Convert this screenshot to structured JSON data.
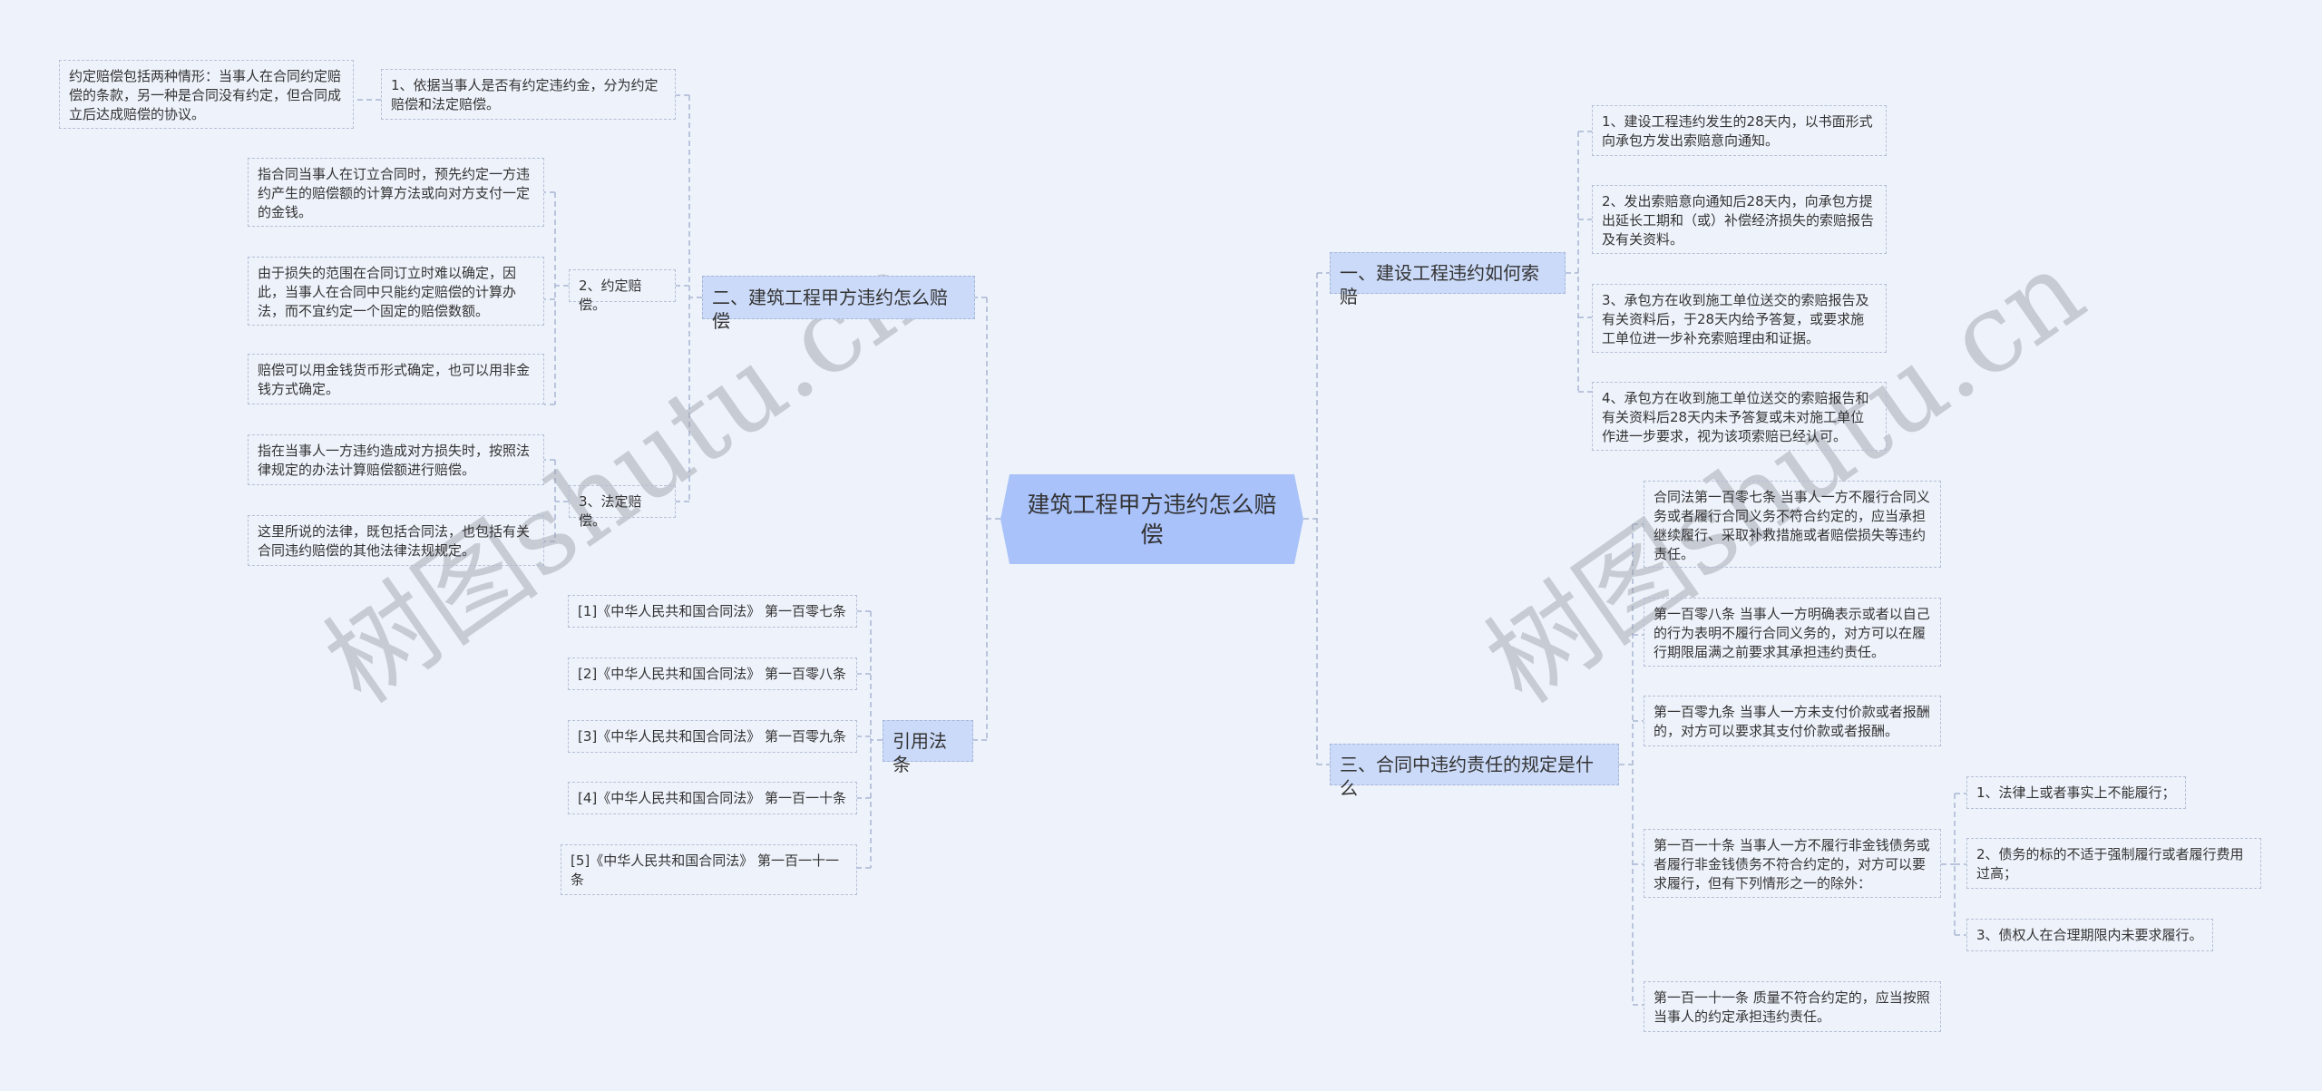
{
  "center": {
    "label": "建筑工程甲方违约怎么赔偿"
  },
  "left": {
    "branch2": {
      "label": "二、建筑工程甲方违约怎么赔偿",
      "items": [
        {
          "label": "1、依据当事人是否有约定违约金，分为约定赔偿和法定赔偿。",
          "children": [
            "约定赔偿包括两种情形：当事人在合同约定赔偿的条款，另一种是合同没有约定，但合同成立后达成赔偿的协议。"
          ]
        },
        {
          "label": "2、约定赔偿。",
          "children": [
            "指合同当事人在订立合同时，预先约定一方违约产生的赔偿额的计算方法或向对方支付一定的金钱。",
            "由于损失的范围在合同订立时难以确定，因此，当事人在合同中只能约定赔偿的计算办法，而不宜约定一个固定的赔偿数额。",
            "赔偿可以用金钱货币形式确定，也可以用非金钱方式确定。"
          ]
        },
        {
          "label": "3、法定赔偿。",
          "children": [
            "指在当事人一方违约造成对方损失时，按照法律规定的办法计算赔偿额进行赔偿。",
            "这里所说的法律，既包括合同法，也包括有关合同违约赔偿的其他法律法规规定。"
          ]
        }
      ]
    },
    "citations": {
      "label": "引用法条",
      "items": [
        "[1]《中华人民共和国合同法》 第一百零七条",
        "[2]《中华人民共和国合同法》 第一百零八条",
        "[3]《中华人民共和国合同法》 第一百零九条",
        "[4]《中华人民共和国合同法》 第一百一十条",
        "[5]《中华人民共和国合同法》 第一百一十一条"
      ]
    }
  },
  "right": {
    "branch1": {
      "label": "一、建设工程违约如何索赔",
      "items": [
        "1、建设工程违约发生的28天内，以书面形式向承包方发出索赔意向通知。",
        "2、发出索赔意向通知后28天内，向承包方提出延长工期和（或）补偿经济损失的索赔报告及有关资料。",
        "3、承包方在收到施工单位送交的索赔报告及有关资料后，于28天内给予答复，或要求施工单位进一步补充索赔理由和证据。",
        "4、承包方在收到施工单位送交的索赔报告和有关资料后28天内未予答复或未对施工单位作进一步要求，视为该项索赔已经认可。"
      ]
    },
    "branch3": {
      "label": "三、合同中违约责任的规定是什么",
      "items": [
        {
          "label": "合同法第一百零七条 当事人一方不履行合同义务或者履行合同义务不符合约定的，应当承担继续履行、采取补救措施或者赔偿损失等违约责任。"
        },
        {
          "label": "第一百零八条 当事人一方明确表示或者以自己的行为表明不履行合同义务的，对方可以在履行期限届满之前要求其承担违约责任。"
        },
        {
          "label": "第一百零九条 当事人一方未支付价款或者报酬的，对方可以要求其支付价款或者报酬。"
        },
        {
          "label": "第一百一十条 当事人一方不履行非金钱债务或者履行非金钱债务不符合约定的，对方可以要求履行，但有下列情形之一的除外：",
          "children": [
            "1、法律上或者事实上不能履行；",
            "2、债务的标的不适于强制履行或者履行费用过高；",
            "3、债权人在合理期限内未要求履行。"
          ]
        },
        {
          "label": "第一百一十一条 质量不符合约定的，应当按照当事人的约定承担违约责任。"
        }
      ]
    }
  },
  "watermarks": [
    "树图shutu.cn",
    "树图shutu.cn"
  ],
  "colors": {
    "background": "#eef3fb",
    "center_fill": "#a9c2fa",
    "branch_fill": "#cbdaf8",
    "connector": "#a9b6d3"
  }
}
